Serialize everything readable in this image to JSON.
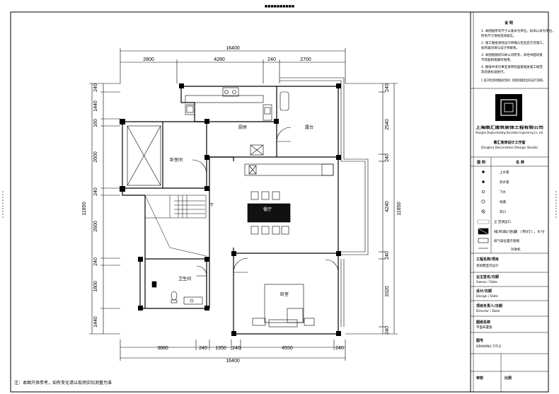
{
  "sheet_header": "■■■■■■■■■■",
  "dims": {
    "top_total": "16400",
    "top_segments": [
      "2800",
      "4280",
      "240",
      "2700"
    ],
    "bottom_total": "16400",
    "bottom_segments": [
      "3880",
      "240",
      "1350",
      "240",
      "4550",
      "240"
    ],
    "left_total": "11850",
    "left_segments": [
      "240",
      "1440",
      "160",
      "2600",
      "240",
      "2600",
      "240",
      "1800",
      "1440"
    ],
    "right_total": "11850",
    "right_segments": [
      "240",
      "2540",
      "240",
      "4240",
      "240",
      "3320",
      "240"
    ]
  },
  "rooms": {
    "kitchen": "厨房",
    "terrace": "露台",
    "bedroom_left": "卧室间",
    "dining": "餐厅",
    "bathroom": "卫生间",
    "master_bedroom": "卧室",
    "stair_arrow": "下"
  },
  "footnote": "注：本图只供参考，如有变化请以现场实际测量为准",
  "title_block": {
    "notes_title": "说  明",
    "notes": [
      "1. 本图纸所有尺寸以毫米为单位，标高以米为单位，",
      "   所有尺寸须经现场核实。",
      "2. 施工图纸须经设计师确认签名后方可施工，",
      "   如有疑问请与设计师联系。",
      "3. 本图纸版权归本公司所有，未经书面同意",
      "   不得复制或挪作他用。",
      "4. 图纸中未尽事宜请参照国家相关施工规范",
      "   及验收标准执行。",
      "5. 施工单位须对图纸进行核对，如发现问题请立即与设计方联系。"
    ],
    "company_cn": "上海鼎汇建筑装饰工程有限公司",
    "company_en": "Shanghai Dinghui Building Decoration Engineering Co., Ltd.",
    "studio_cn": "鼎汇装饰设计工作室",
    "studio_en": "Dinghui Decoration Design Studio",
    "legend_header": [
      "图 例",
      "名  称"
    ],
    "legend": [
      {
        "symbol": "dot",
        "name": "上水管"
      },
      {
        "symbol": "dot",
        "name": "热水管"
      },
      {
        "symbol": "circle",
        "name": "下水"
      },
      {
        "symbol": "circle",
        "name": "地漏"
      },
      {
        "symbol": "cross",
        "name": "风口"
      },
      {
        "symbol": "hatch",
        "name": "立 空调出口"
      },
      {
        "symbol": "box-x",
        "name": "排风扇/浴霸（带灯），6寸"
      },
      {
        "symbol": "box",
        "name": "排气扇位置示意图"
      },
      {
        "symbol": "line",
        "name": "对讲机"
      }
    ],
    "fields": [
      {
        "label": "工程名称/项目",
        "value": "某别墅室内设计"
      },
      {
        "label": "业主签名/日期",
        "value": "Owner / Date"
      },
      {
        "label": "设计/日期",
        "value": "Design / Date"
      },
      {
        "label": "项目负责人/日期",
        "value": "Director / Date"
      },
      {
        "label": "图纸名称",
        "value": "平面布置图"
      },
      {
        "label": "图号",
        "value": "DRAWING TITLE"
      }
    ],
    "bottom_left": "审核",
    "bottom_right": "比例"
  },
  "colors": {
    "ink": "#000000",
    "paper": "#ffffff"
  }
}
